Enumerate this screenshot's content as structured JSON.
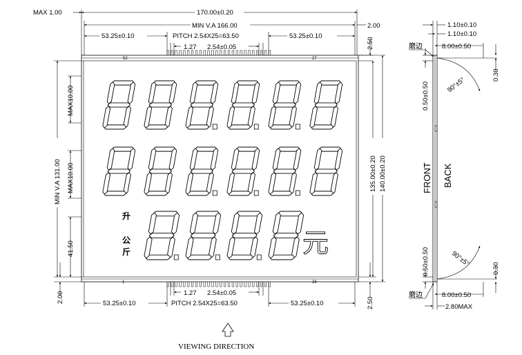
{
  "dimensions": {
    "max_1_00": "MAX 1.00",
    "overall_width": "170.00±0.20",
    "right_2_00": "2.00",
    "min_va_166": "MIN V.A 166.00",
    "top_left_53": "53.25±0.10",
    "pitch_top": "PITCH 2.54X25=63.50",
    "top_right_53": "53.25±0.10",
    "top_1_27": "1.27",
    "top_2_54": "2.54±0.05",
    "right_2_50_top": "2.50",
    "pin_52": "52",
    "pin_27": "27",
    "pin_1": "1",
    "pin_26": "26",
    "min_va_131": "MIN V.A 131.00",
    "max10_top": "MAX10.00",
    "max10_mid": "MAX10.00",
    "left_41_50": "41.50",
    "left_2_00": "2.00",
    "h_135": "135.00±0.20",
    "h_140": "140.00±0.20",
    "bottom_1_27": "1.27",
    "bottom_2_54": "2.54±0.05",
    "bottom_left_53": "53.25±0.10",
    "pitch_bottom": "PITCH 2.54X25=63.50",
    "bottom_right_53": "53.25±0.10",
    "right_2_50_bottom": "2.50"
  },
  "side_view": {
    "s_1_10_a": "1.10±0.10",
    "s_1_10_b": "1.10±0.10",
    "grind_top": "磨边",
    "s_8_00_top": "8.00±0.50",
    "s_0_30_top": "0.30",
    "s_0_50_top": "0.50±0.50",
    "angle_top": "90°±5°",
    "front": "FRONT",
    "back": "BACK",
    "s_0_50_bottom": "0.50±0.50",
    "angle_bottom": "90°±5°",
    "s_0_30_bottom": "0.30",
    "grind_bottom": "磨边",
    "s_8_00_bottom": "8.00±0.50",
    "s_2_80": "2.80MAX"
  },
  "display_labels": {
    "sheng": "升",
    "gong": "公",
    "jin": "斤",
    "yuan": "元"
  },
  "viewing_direction": "VIEWING DIRECTION"
}
